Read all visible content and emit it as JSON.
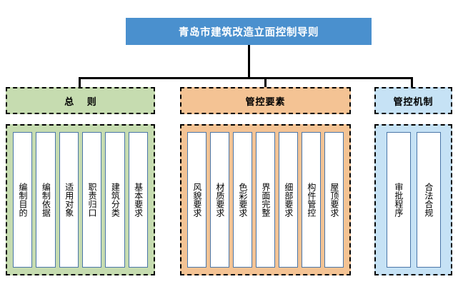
{
  "diagram": {
    "type": "organizational-tree",
    "root": {
      "label": "青岛市建筑改造立面控制导则",
      "color": "#4a90ce",
      "text_color": "#ffffff"
    },
    "branches": [
      {
        "header": "总  则",
        "color": "#c6dcb0",
        "leaves": [
          {
            "label": "编制目的"
          },
          {
            "label": "编制依据"
          },
          {
            "label": "适用对象"
          },
          {
            "label": "职责归口"
          },
          {
            "label": "建筑分类"
          },
          {
            "label": "基本要求"
          }
        ]
      },
      {
        "header": "管控要素",
        "color": "#f4c394",
        "leaves": [
          {
            "label": "风貌要求"
          },
          {
            "label": "材质要求"
          },
          {
            "label": "色彩要求"
          },
          {
            "label": "界面完整"
          },
          {
            "label": "细部要求"
          },
          {
            "label": "构件管控"
          },
          {
            "label": "屋顶要求"
          }
        ]
      },
      {
        "header": "管控机制",
        "color": "#c6e2f5",
        "leaves": [
          {
            "label": "审批程序"
          },
          {
            "label": "合法合规"
          }
        ]
      }
    ],
    "leaf_card": {
      "fill": "#ffffff",
      "border_color": "#4a76a8"
    },
    "connector_color": "#000000"
  }
}
